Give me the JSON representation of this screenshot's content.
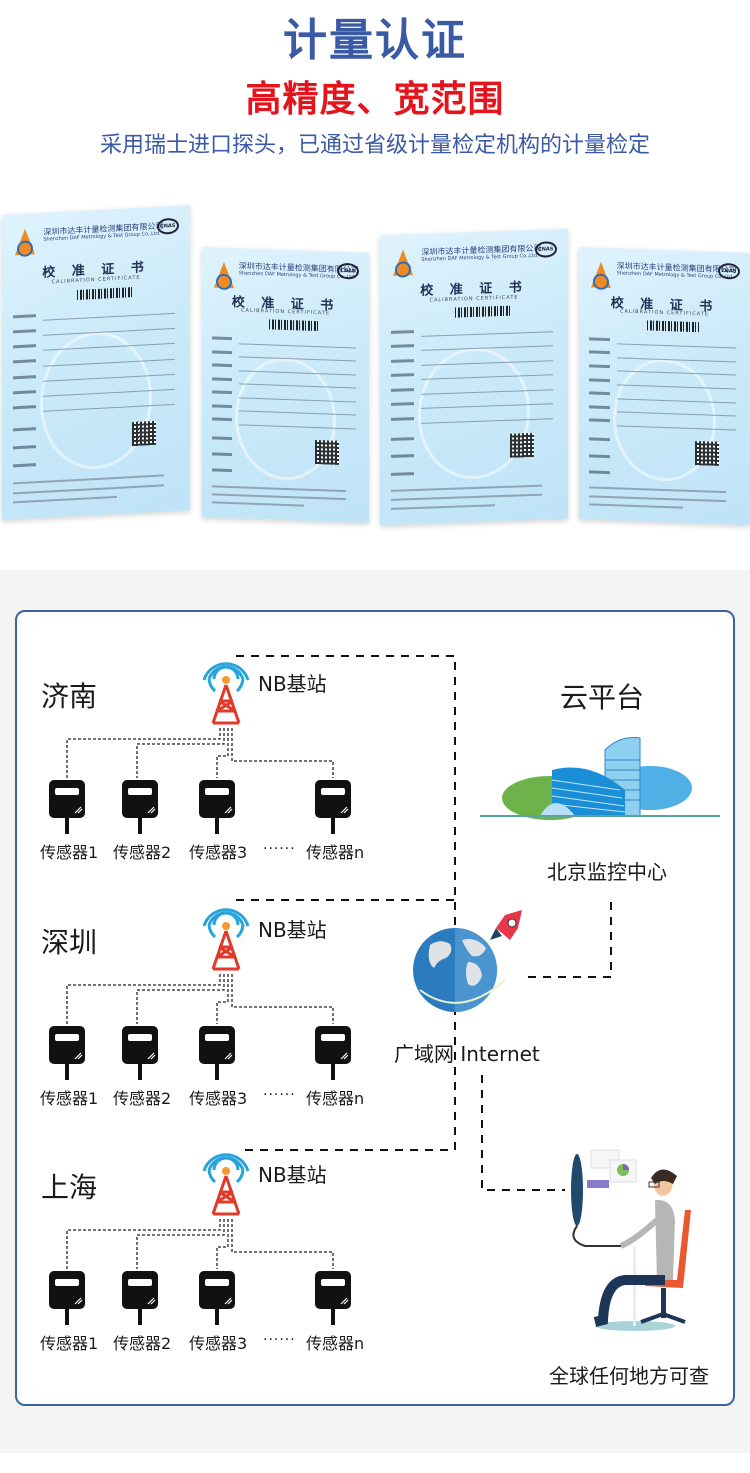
{
  "header": {
    "title": "计量认证",
    "subtitle": "高精度、宽范围",
    "description": "采用瑞士进口探头，已通过省级计量检定机构的计量检定"
  },
  "certificates": [
    {
      "company": "深圳市达丰计量检测集团有限公司",
      "company_en": "Shenzhen DAF Metrology & Test Group Co.,Ltd.",
      "title": "校 准 证 书",
      "subtitle": "CALIBRATION CERTIFICATE",
      "badge": "CNAS"
    },
    {
      "company": "深圳市达丰计量检测集团有限公司",
      "company_en": "Shenzhen DAF Metrology & Test Group Co.,Ltd.",
      "title": "校 准 证 书",
      "subtitle": "CALIBRATION CERTIFICATE",
      "badge": "CNAS"
    },
    {
      "company": "深圳市达丰计量检测集团有限公司",
      "company_en": "Shenzhen DAF Metrology & Test Group Co.,Ltd.",
      "title": "校 准 证 书",
      "subtitle": "CALIBRATION CERTIFICATE",
      "badge": "CNAS"
    },
    {
      "company": "深圳市达丰计量检测集团有限公司",
      "company_en": "Shenzhen DAF Metrology & Test Group Co.,Ltd.",
      "title": "校 准 证 书",
      "subtitle": "CALIBRATION CERTIFICATE",
      "badge": "CNAS"
    }
  ],
  "diagram": {
    "regions": [
      {
        "city": "济南",
        "station": "NB基站",
        "sensors": [
          "传感器1",
          "传感器2",
          "传感器3",
          "传感器n"
        ],
        "ellipsis": "······"
      },
      {
        "city": "深圳",
        "station": "NB基站",
        "sensors": [
          "传感器1",
          "传感器2",
          "传感器3",
          "传感器n"
        ],
        "ellipsis": "······"
      },
      {
        "city": "上海",
        "station": "NB基站",
        "sensors": [
          "传感器1",
          "传感器2",
          "传感器3",
          "传感器n"
        ],
        "ellipsis": "······"
      }
    ],
    "cloud": {
      "title": "云平台",
      "label": "北京监控中心"
    },
    "internet": {
      "label": "广域网 Internet"
    },
    "user": {
      "label": "全球任何地方可查"
    }
  },
  "colors": {
    "title_blue": "#3b5aa5",
    "subtitle_red": "#e3141c",
    "panel_border": "#3a64a0",
    "tower_red": "#e03a2a",
    "signal_blue": "#29a3dc"
  }
}
